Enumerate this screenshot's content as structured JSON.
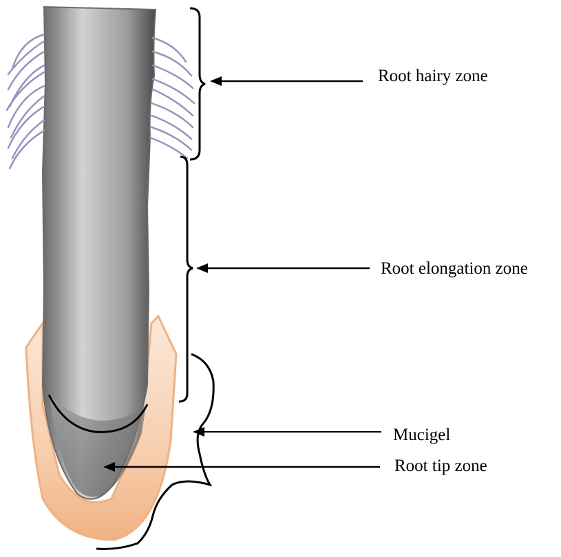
{
  "labels": {
    "root_hairy_zone": "Root hairy zone",
    "root_elongation_zone": "Root elongation zone",
    "mucigel": "Mucigel",
    "root_tip_zone": "Root tip zone"
  },
  "colors": {
    "root_dark": "#555555",
    "root_light": "#cfcfcf",
    "mucigel": "#f2b88c",
    "root_hairs": "#9a8fc7",
    "lines": "#000000"
  }
}
